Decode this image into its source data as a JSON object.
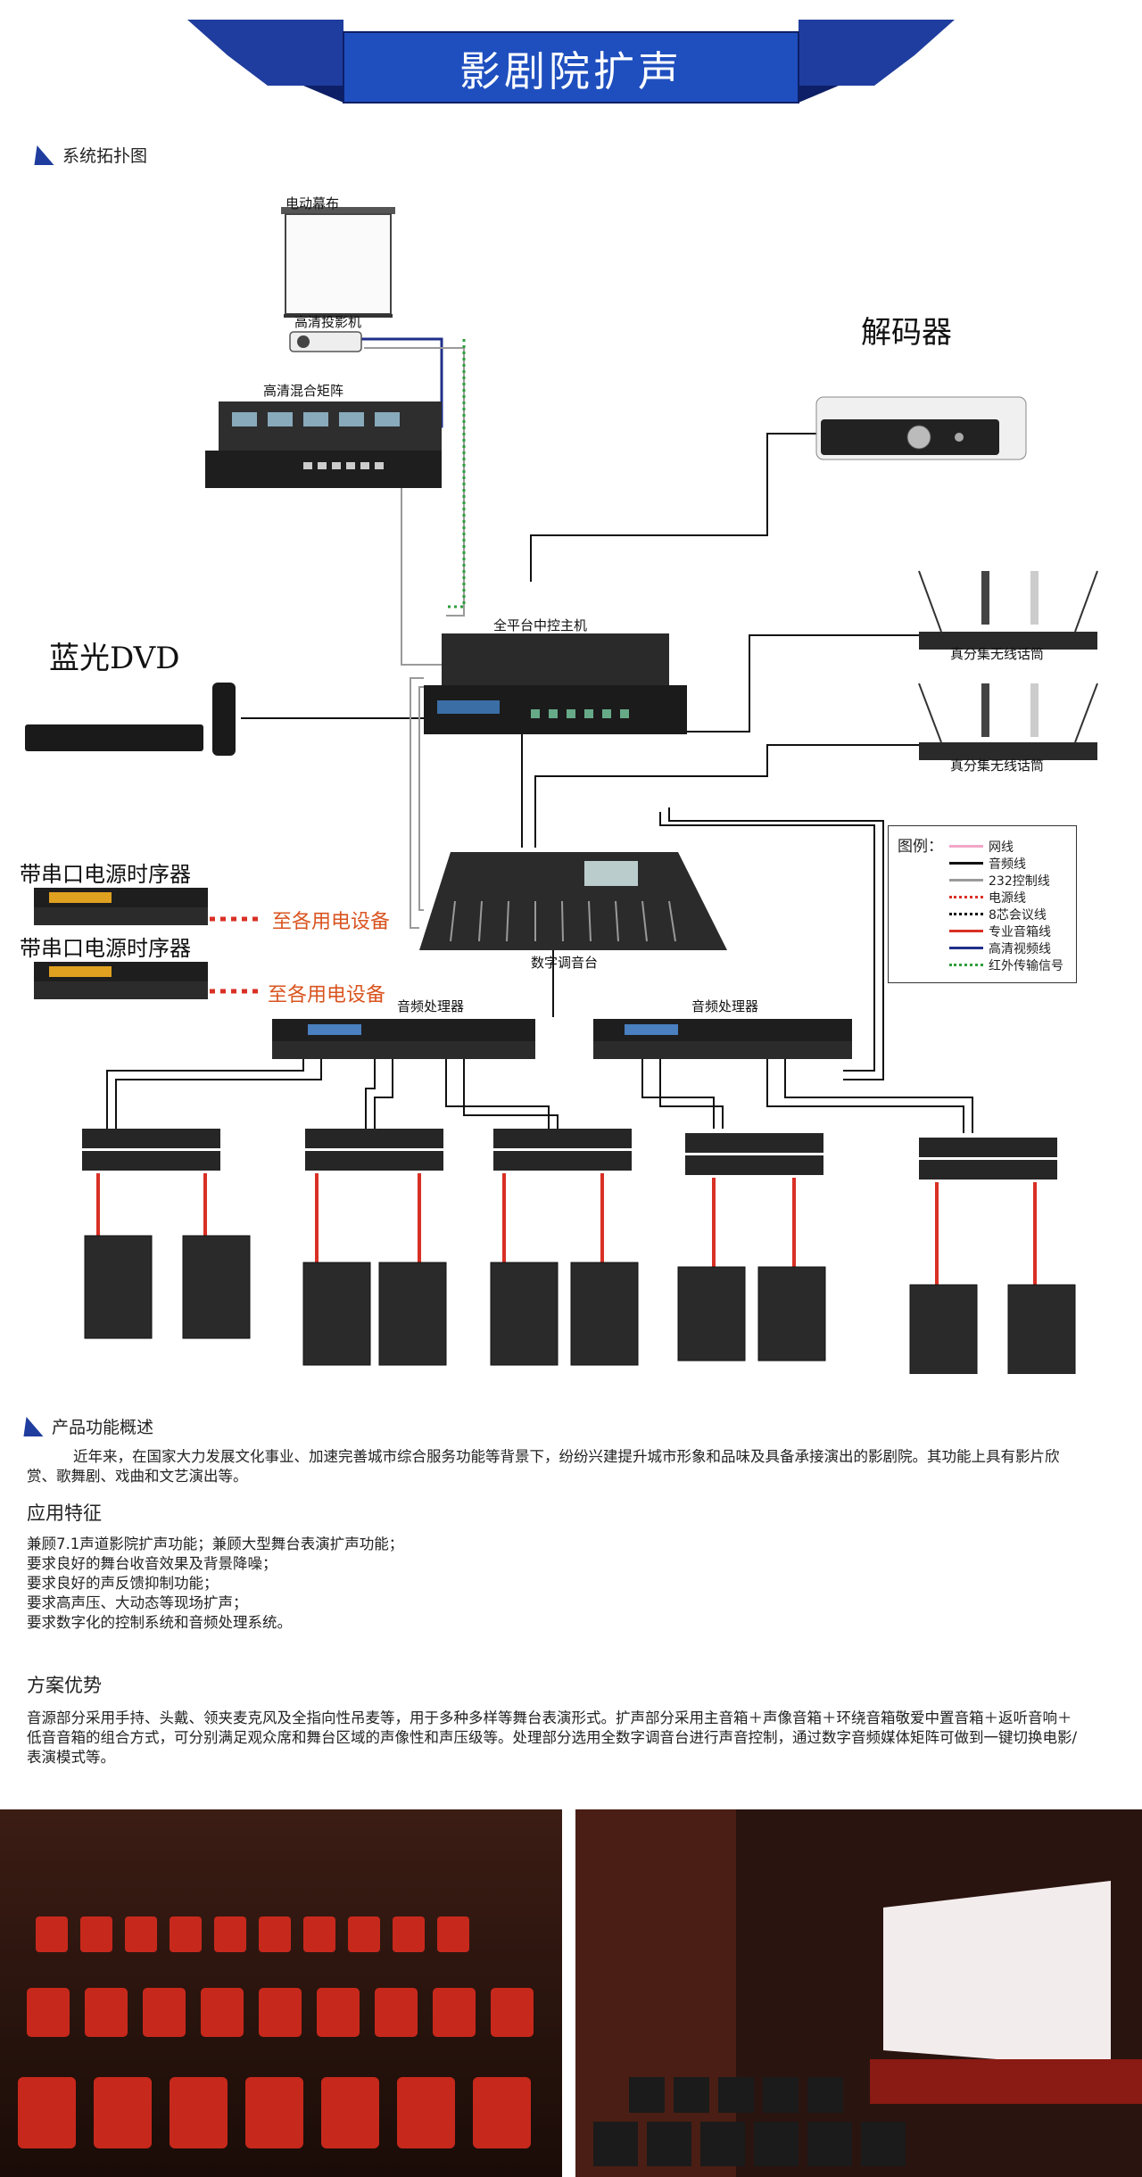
{
  "banner": {
    "title": "影剧院扩声",
    "color": "#1f3d9e"
  },
  "topology": {
    "heading": "系统拓扑图"
  },
  "devices": {
    "screen": "电动幕布",
    "projector": "高清投影机",
    "matrix": "高清混合矩阵",
    "decoder": "解码器",
    "bluray": "蓝光DVD",
    "central_control": "全平台中控主机",
    "wireless_mic_1": "真分集无线话筒",
    "wireless_mic_2": "真分集无线话筒",
    "sequencer_1": "带串口电源时序器",
    "sequencer_2": "带串口电源时序器",
    "to_power_1": "至各用电设备",
    "to_power_2": "至各用电设备",
    "mixer": "数字调音台",
    "processor_1": "音频处理器",
    "processor_2": "音频处理器"
  },
  "legend": {
    "title": "图例：",
    "items": [
      {
        "label": "网线",
        "color": "#f2a6c8",
        "style": "solid"
      },
      {
        "label": "音频线",
        "color": "#111111",
        "style": "solid"
      },
      {
        "label": "232控制线",
        "color": "#9a9a9a",
        "style": "solid"
      },
      {
        "label": "电源线",
        "color": "#d93025",
        "style": "dotted"
      },
      {
        "label": "8芯会议线",
        "color": "#111111",
        "style": "dotted"
      },
      {
        "label": "专业音箱线",
        "color": "#d93025",
        "style": "solid"
      },
      {
        "label": "高清视频线",
        "color": "#1f2f8a",
        "style": "solid"
      },
      {
        "label": "红外传输信号",
        "color": "#2e9e3c",
        "style": "dotted"
      }
    ]
  },
  "overview": {
    "heading": "产品功能概述",
    "text": "近年来，在国家大力发展文化事业、加速完善城市综合服务功能等背景下，纷纷兴建提升城市形象和品味及具备承接演出的影剧院。其功能上具有影片欣赏、歌舞剧、戏曲和文艺演出等。"
  },
  "features": {
    "heading": "应用特征",
    "lines": [
      "兼顾7.1声道影院扩声功能；兼顾大型舞台表演扩声功能；",
      "要求良好的舞台收音效果及背景降噪；",
      "要求良好的声反馈抑制功能；",
      "要求高声压、大动态等现场扩声；",
      "要求数字化的控制系统和音频处理系统。"
    ]
  },
  "advantages": {
    "heading": "方案优势",
    "text": "音源部分采用手持、头戴、领夹麦克风及全指向性吊麦等，用于多种多样等舞台表演形式。扩声部分采用主音箱＋声像音箱＋环绕音箱敬爱中置音箱＋返听音响＋低音音箱的组合方式，可分别满足观众席和舞台区域的声像性和声压级等。处理部分选用全数字调音台进行声音控制，通过数字音频媒体矩阵可做到一键切换电影/表演模式等。"
  }
}
